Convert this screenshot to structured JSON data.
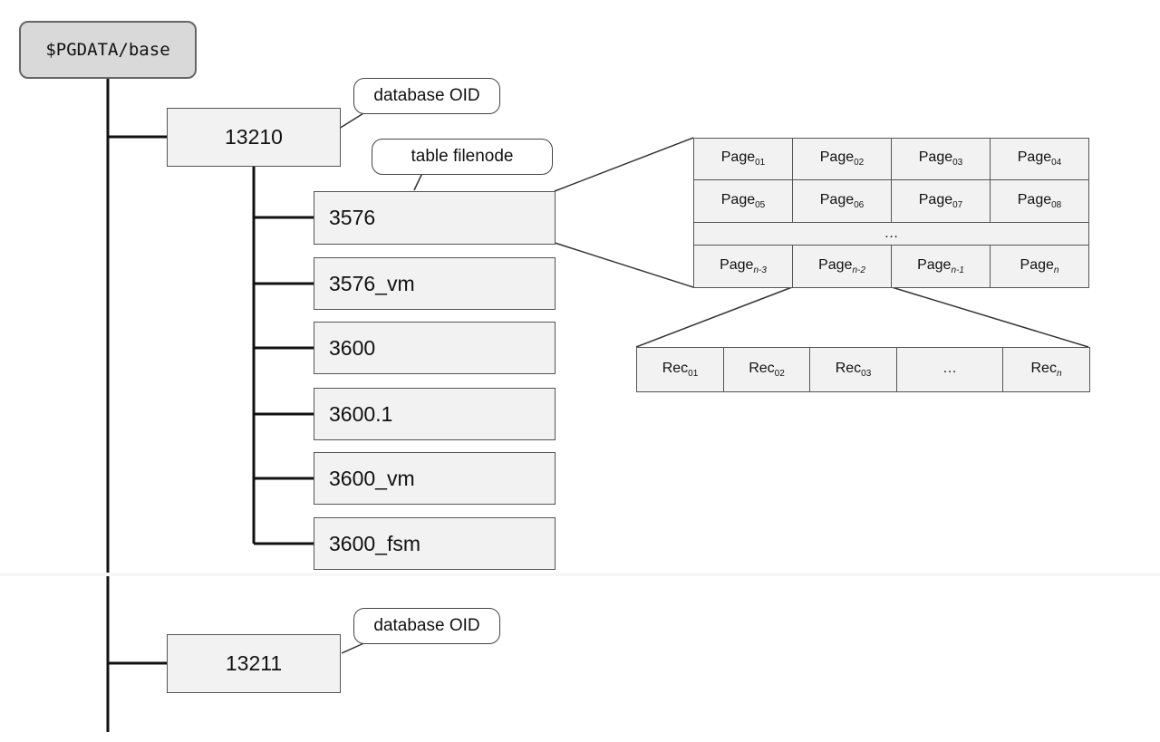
{
  "root": {
    "label": "$PGDATA/base"
  },
  "databases": [
    {
      "oid": "13210",
      "callout": "database OID"
    },
    {
      "oid": "13211",
      "callout": "database OID"
    }
  ],
  "table_callout": "table filenode",
  "files": [
    "3576",
    "3576_vm",
    "3600",
    "3600.1",
    "3600_vm",
    "3600_fsm"
  ],
  "pages": {
    "row1": [
      {
        "base": "Page",
        "sub": "01"
      },
      {
        "base": "Page",
        "sub": "02"
      },
      {
        "base": "Page",
        "sub": "03"
      },
      {
        "base": "Page",
        "sub": "04"
      }
    ],
    "row2": [
      {
        "base": "Page",
        "sub": "05"
      },
      {
        "base": "Page",
        "sub": "06"
      },
      {
        "base": "Page",
        "sub": "07"
      },
      {
        "base": "Page",
        "sub": "08"
      }
    ],
    "ellipsis": "…",
    "row4": [
      {
        "base": "Page",
        "sub": "n-3"
      },
      {
        "base": "Page",
        "sub": "n-2"
      },
      {
        "base": "Page",
        "sub": "n-1"
      },
      {
        "base": "Page",
        "sub": "n"
      }
    ]
  },
  "records": [
    {
      "base": "Rec",
      "sub": "01"
    },
    {
      "base": "Rec",
      "sub": "02"
    },
    {
      "base": "Rec",
      "sub": "03"
    },
    {
      "base": "…",
      "sub": ""
    },
    {
      "base": "Rec",
      "sub": "n"
    }
  ]
}
